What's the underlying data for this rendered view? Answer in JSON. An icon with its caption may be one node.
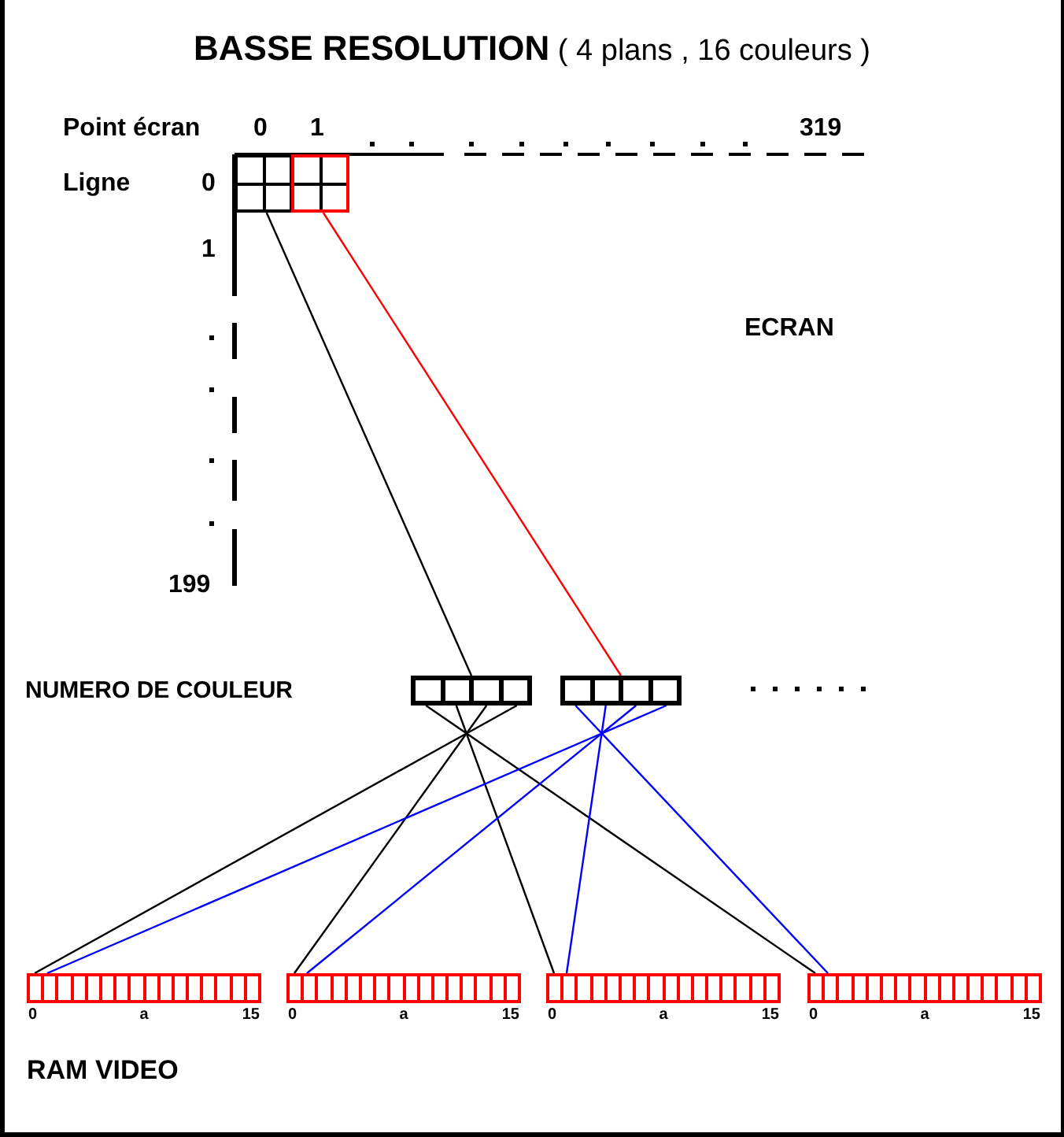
{
  "diagram": {
    "title": "**BASSE RESOLUTION** ( 4 plans , 16 couleurs )",
    "nodes": [
      {
        "text": [],
        "shape": "box"
      },
      {
        "text": [],
        "shape": "box"
      },
      {
        "text": [],
        "shape": "box"
      },
      {
        "text": [],
        "shape": "box"
      },
      {
        "text": [],
        "shape": "box",
        "beside": [
          "0",
          "a",
          "15"
        ]
      },
      {
        "text": [],
        "shape": "box",
        "beside": [
          "0",
          "a",
          "15"
        ]
      },
      {
        "text": [],
        "shape": "box",
        "beside": [
          "0",
          "a",
          "15"
        ]
      },
      {
        "text": [],
        "shape": "box",
        "beside": [
          "0",
          "a",
          "15"
        ]
      }
    ],
    "edges": [
      {
        "from": 0,
        "to": 2,
        "arrow": "none"
      },
      {
        "from": 1,
        "to": 3,
        "arrow": "none",
        "color": "#ff0000"
      },
      {
        "from": 2,
        "to": 7,
        "arrow": "none"
      },
      {
        "from": 2,
        "to": 6,
        "arrow": "none"
      },
      {
        "from": 2,
        "to": 5,
        "arrow": "none"
      },
      {
        "from": 2,
        "to": 4,
        "arrow": "none"
      },
      {
        "from": 3,
        "to": 7,
        "arrow": "none",
        "color": "#0000ff"
      },
      {
        "from": 3,
        "to": 6,
        "arrow": "none",
        "color": "#0000ff"
      },
      {
        "from": 3,
        "to": 5,
        "arrow": "none",
        "color": "#0000ff"
      },
      {
        "from": 3,
        "to": 4,
        "arrow": "none",
        "color": "#0000ff"
      }
    ],
    "labels": [
      "Point écran",
      "0",
      "1",
      "319",
      "Ligne",
      "0",
      "1",
      "199",
      "ECRAN",
      "NUMERO DE COULEUR",
      "RAM VIDEO"
    ]
  }
}
